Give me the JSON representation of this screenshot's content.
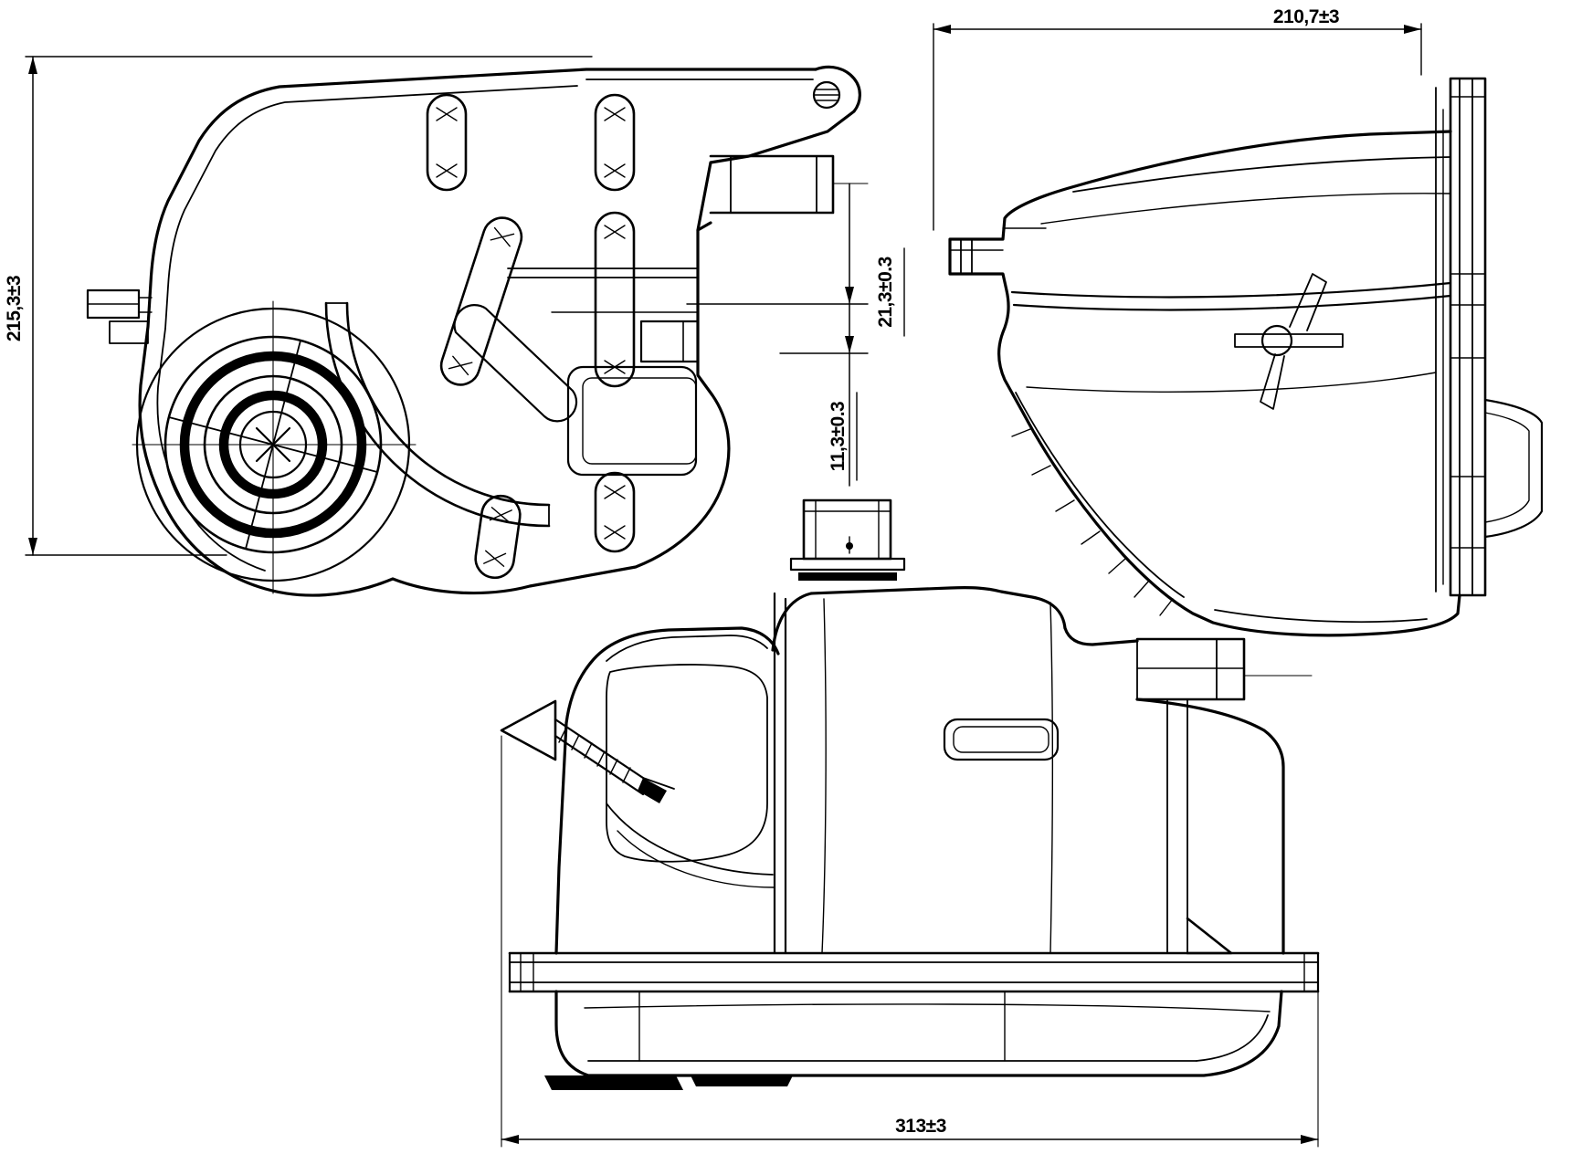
{
  "drawing": {
    "title_semantic": "expansion-tank-engineering-drawing",
    "paper_color": "#ffffff",
    "ink_color": "#000000",
    "views": {
      "side_view": "side view with filler cap",
      "profile_view": "right profile view with mounting flange",
      "front_view": "front view with connector and mounting rail"
    },
    "dimensions": {
      "overall_height": "215,3±3",
      "overall_depth": "210,7±3",
      "port_offset_a": "21,3±0.3",
      "port_offset_b": "11,3±0.3",
      "overall_width": "313±3"
    }
  }
}
